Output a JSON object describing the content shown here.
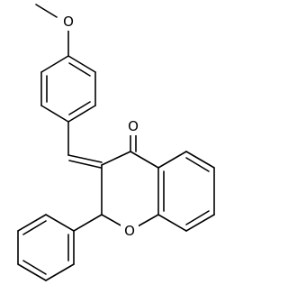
{
  "molecule": {
    "atoms": {
      "methoxy_oxygen": "O",
      "carbonyl_oxygen": "O",
      "ring_oxygen": "O"
    }
  }
}
